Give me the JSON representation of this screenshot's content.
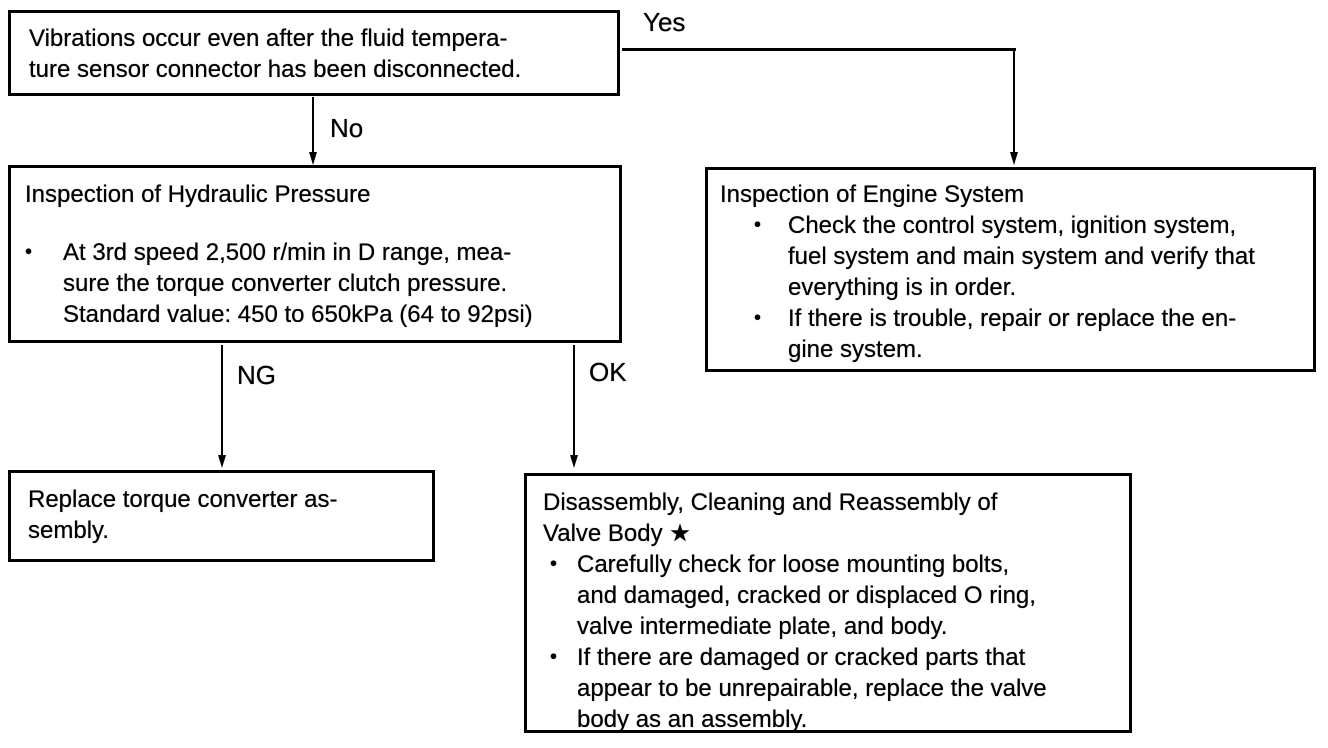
{
  "diagram": {
    "kind": "troubleshooting-flowchart",
    "bullet_glyph": "•",
    "colors": {
      "ink": "#000000",
      "paper": "#ffffff"
    },
    "labels": {
      "yes": "Yes",
      "no": "No",
      "ng": "NG",
      "ok": "OK"
    },
    "nodes": {
      "symptom": {
        "text": "Vibrations occur even after the fluid tempera-\nture sensor connector has been disconnected."
      },
      "hydraulic": {
        "title": "Inspection of Hydraulic Pressure",
        "bullets": [
          "At 3rd speed 2,500 r/min in D range, mea-\nsure the torque converter clutch pressure.\nStandard value: 450 to 650kPa (64 to 92psi)"
        ]
      },
      "engine": {
        "title": "Inspection of Engine System",
        "bullets": [
          "Check the control system, ignition system,\nfuel system and main system and verify that\neverything is in order.",
          "If there is trouble, repair or replace the en-\ngine system."
        ]
      },
      "replace_tc": {
        "text": "Replace torque converter as-\nsembly."
      },
      "valve_body": {
        "title": "Disassembly, Cleaning and Reassembly of\nValve Body ★",
        "bullets": [
          "Carefully check for loose mounting bolts,\nand damaged, cracked or displaced O ring,\nvalve intermediate plate, and body.",
          "If there are damaged or cracked parts that\nappear to be unrepairable, replace the valve\nbody as an assembly."
        ]
      }
    }
  }
}
